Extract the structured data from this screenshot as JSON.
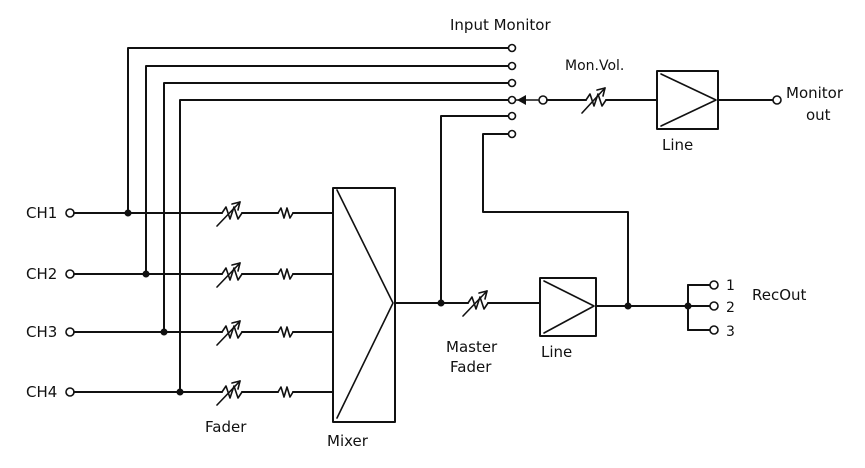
{
  "channels": [
    "CH1",
    "CH2",
    "CH3",
    "CH4"
  ],
  "labels": {
    "input_monitor": "Input Monitor",
    "mon_vol": "Mon.Vol.",
    "monitor_out_1": "Monitor",
    "monitor_out_2": "out",
    "line_top": "Line",
    "line_bottom": "Line",
    "fader": "Fader",
    "mixer": "Mixer",
    "master_fader_1": "Master",
    "master_fader_2": "Fader",
    "rec_out": "RecOut",
    "rec_1": "1",
    "rec_2": "2",
    "rec_3": "3"
  }
}
